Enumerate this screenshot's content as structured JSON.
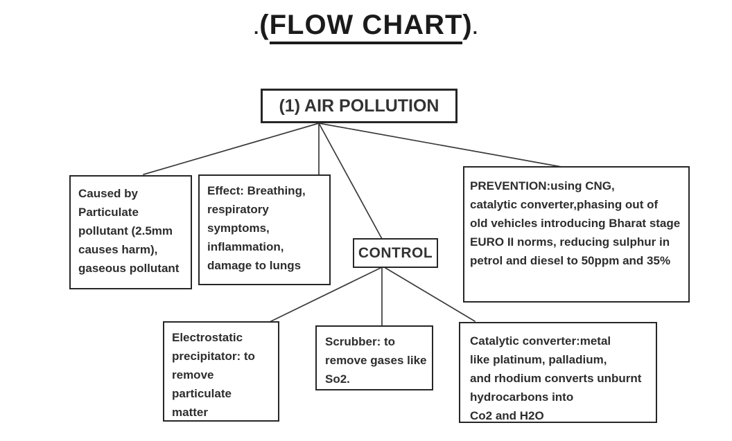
{
  "colors": {
    "background": "#ffffff",
    "text_ink": "#2d2d2d",
    "border_ink": "#262626",
    "connector_line": "#3a3a3a",
    "title_ink": "#1b1b1b"
  },
  "title": {
    "leading_dot": ".",
    "open_paren": "(",
    "underlined_text": "FLOW CHART",
    "close_paren": ")",
    "trailing_dot": "."
  },
  "nodes": {
    "root": {
      "label": "(1) AIR POLLUTION"
    },
    "causes": {
      "lines": [
        "Caused by",
        "Particulate",
        "pollutant (2.5mm",
        "causes harm),",
        "gaseous pollutant"
      ]
    },
    "effects": {
      "lines": [
        "Effect: Breathing,",
        "respiratory",
        "symptoms,",
        "inflammation,",
        "damage to lungs"
      ]
    },
    "prevention": {
      "lines": [
        "PREVENTION:using CNG,",
        "catalytic converter,phasing out of",
        "old vehicles introducing Bharat stage",
        "EURO II norms, reducing sulphur in",
        "petrol and diesel to 50ppm and 35%"
      ]
    },
    "control": {
      "label": "CONTROL"
    },
    "electrostatic": {
      "lines": [
        "Electrostatic",
        "precipitator: to",
        "remove",
        "particulate",
        "matter"
      ]
    },
    "scrubber": {
      "lines": [
        "Scrubber: to",
        "remove gases like",
        "So2."
      ]
    },
    "catalytic": {
      "lines": [
        "Catalytic converter:metal",
        "like platinum, palladium,",
        "and rhodium converts unburnt",
        "hydrocarbons into",
        "Co2 and H2O"
      ]
    }
  },
  "edges": [
    {
      "from": "air-pollution",
      "to": "caused-by"
    },
    {
      "from": "air-pollution",
      "to": "effects"
    },
    {
      "from": "air-pollution",
      "to": "control"
    },
    {
      "from": "air-pollution",
      "to": "prevention"
    },
    {
      "from": "control",
      "to": "electrostatic-precipitator"
    },
    {
      "from": "control",
      "to": "scrubber"
    },
    {
      "from": "control",
      "to": "catalytic-converter"
    }
  ]
}
